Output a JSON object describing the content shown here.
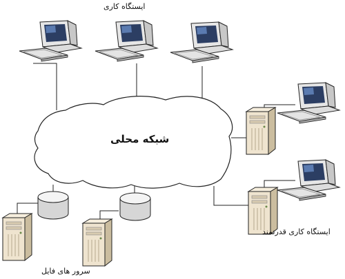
{
  "labels": {
    "workstation": "ایستگاه کاری",
    "lan": "شبکه محلی",
    "powerful_workstation": "ایستگاه کاری قدرتمند",
    "file_servers": "سرور های فایل"
  },
  "colors": {
    "line": "#222222",
    "monitor_body": "#e6e6e6",
    "screen": "#2c3e63",
    "tower": "#efe4cf",
    "tower_shade": "#cbbd9f",
    "disk_top": "#f4f4f4",
    "disk_side": "#d6d6d6"
  },
  "nodes": [
    {
      "type": "workstation",
      "icon": "workstation-computer-icon"
    },
    {
      "type": "workstation",
      "icon": "workstation-computer-icon"
    },
    {
      "type": "workstation",
      "icon": "workstation-computer-icon"
    },
    {
      "type": "workstation",
      "icon": "workstation-computer-icon"
    },
    {
      "type": "workstation",
      "icon": "workstation-computer-icon"
    },
    {
      "type": "server",
      "icon": "tower-server-icon"
    },
    {
      "type": "server",
      "icon": "tower-server-icon"
    },
    {
      "type": "server",
      "icon": "tower-server-icon"
    },
    {
      "type": "server",
      "icon": "tower-server-icon"
    },
    {
      "type": "storage",
      "icon": "disk-storage-icon"
    },
    {
      "type": "storage",
      "icon": "disk-storage-icon"
    }
  ]
}
